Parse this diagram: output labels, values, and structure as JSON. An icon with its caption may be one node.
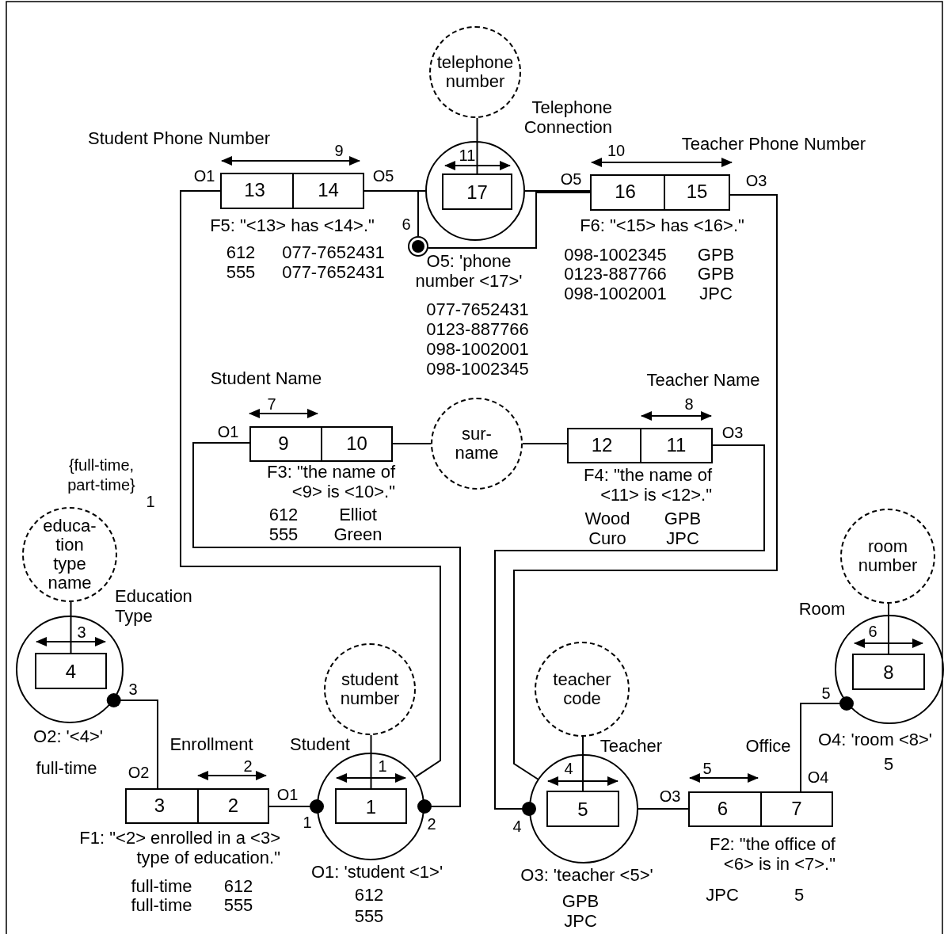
{
  "diagram": {
    "nodes": [
      {
        "text": [
          "Student"
        ],
        "beside": [
          "O1: 'student <1>'",
          "612",
          "555"
        ]
      },
      {
        "text": [
          "1"
        ],
        "in": 0
      },
      {
        "text": [
          "Teacher"
        ],
        "beside": [
          "O3: 'teacher <5>'",
          "GPB",
          "JPC"
        ]
      },
      {
        "text": [
          "5"
        ],
        "in": 2
      },
      {
        "text": [
          "Education Type"
        ],
        "beside": [
          "O2: '<4>'",
          "full-time"
        ]
      },
      {
        "text": [
          "4"
        ],
        "in": 4
      },
      {
        "text": [
          "Room"
        ],
        "beside": [
          "O4: 'room <8>'",
          "5"
        ]
      },
      {
        "text": [
          "8"
        ],
        "in": 6
      },
      {
        "text": [
          "Telephone Connection"
        ],
        "beside": [
          "077-7652431",
          "0123-887766",
          "098-1002001",
          "098-1002345"
        ]
      },
      {
        "text": [
          "17"
        ],
        "in": 8
      },
      {
        "text": [
          "student number"
        ]
      },
      {
        "text": [
          "teacher code"
        ]
      },
      {
        "text": [
          "educa- tion type name"
        ]
      },
      {
        "text": [
          "room number"
        ]
      },
      {
        "text": [
          "telephone number"
        ]
      },
      {
        "text": [
          "sur- name"
        ]
      },
      {
        "text": [
          "Enrollment"
        ],
        "beside": [
          "F1: \"<2> enrolled in a <3> type of education.\"",
          "full-time",
          "612",
          "full-time",
          "555"
        ]
      },
      {
        "text": [
          "3"
        ],
        "in": 16
      },
      {
        "text": [
          "2"
        ],
        "in": 16
      },
      {
        "text": [
          "Office"
        ],
        "beside": [
          "F2: \"the office of <6> is in <7>.\"",
          "JPC",
          "5"
        ]
      },
      {
        "text": [
          "6"
        ],
        "in": 19
      },
      {
        "text": [
          "7"
        ],
        "in": 19
      },
      {
        "text": [
          "Student Name"
        ],
        "beside": [
          "F3: \"the name of <9> is <10>.\"",
          "612",
          "Elliot",
          "555",
          "Green"
        ]
      },
      {
        "text": [
          "9"
        ],
        "in": 22
      },
      {
        "text": [
          "10"
        ],
        "in": 22
      },
      {
        "text": [
          "Teacher Name"
        ],
        "beside": [
          "F4: \"the name of <11> is <12>.\"",
          "Wood",
          "GPB",
          "Curo",
          "JPC"
        ]
      },
      {
        "text": [
          "12"
        ],
        "in": 25
      },
      {
        "text": [
          "11"
        ],
        "in": 25
      },
      {
        "text": [
          "Student Phone Number"
        ],
        "beside": [
          "F5: \"<13> has <14>.\"",
          "612",
          "077-7652431",
          "555",
          "077-7652431"
        ]
      },
      {
        "text": [
          "13"
        ],
        "in": 28
      },
      {
        "text": [
          "14"
        ],
        "in": 28
      },
      {
        "text": [
          "Teacher Phone Number"
        ],
        "beside": [
          "F6: \"<15> has <16>.\"",
          "098-1002345",
          "GPB",
          "0123-887766",
          "GPB",
          "098-1002001",
          "JPC"
        ]
      },
      {
        "text": [
          "16"
        ],
        "in": 31
      },
      {
        "text": [
          "15"
        ],
        "in": 31
      },
      {
        "text": [],
        "shape": "circle"
      }
    ],
    "edges": [
      {
        "from": 18,
        "to": 0,
        "arrow": "other"
      },
      {
        "from": 17,
        "to": 4,
        "arrow": "other"
      },
      {
        "from": 20,
        "to": 2,
        "arrow": "none"
      },
      {
        "from": 21,
        "to": 6,
        "arrow": "other"
      },
      {
        "from": 23,
        "to": 0,
        "arrow": "other"
      },
      {
        "from": 24,
        "to": 15,
        "arrow": "none"
      },
      {
        "from": 26,
        "to": 15,
        "arrow": "none"
      },
      {
        "from": 27,
        "to": 2,
        "arrow": "other"
      },
      {
        "from": 29,
        "to": 0,
        "arrow": "none"
      },
      {
        "from": 30,
        "to": 8,
        "arrow": "none"
      },
      {
        "from": 30,
        "to": 34,
        "arrow": "none"
      },
      {
        "from": 32,
        "to": 8,
        "arrow": "none"
      },
      {
        "from": 32,
        "to": 34,
        "arrow": "none"
      },
      {
        "from": 33,
        "to": 2,
        "arrow": "none"
      },
      {
        "from": 10,
        "to": 1,
        "arrow": "none"
      },
      {
        "from": 11,
        "to": 3,
        "arrow": "none"
      },
      {
        "from": 12,
        "to": 5,
        "arrow": "none"
      },
      {
        "from": 13,
        "to": 7,
        "arrow": "none"
      },
      {
        "from": 14,
        "to": 9,
        "arrow": "none"
      }
    ],
    "labels": [
      "9",
      "11",
      "10",
      "O1",
      "O5",
      "O5",
      "O3",
      "6",
      "O5: 'phone number <17>'",
      "7",
      "8",
      "O1",
      "O3",
      "{full-time, part-time}",
      "1",
      "3",
      "6",
      "3",
      "5",
      "O2",
      "2",
      "1",
      "4",
      "5",
      "O4",
      "O1",
      "O3",
      "1",
      "2",
      "4"
    ]
  }
}
